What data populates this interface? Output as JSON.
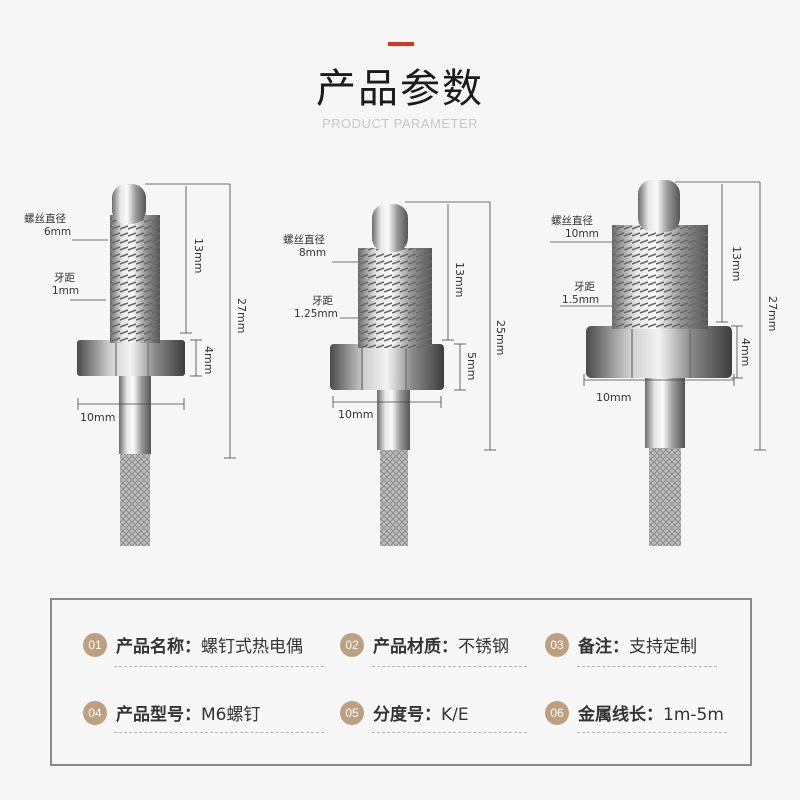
{
  "header": {
    "title": "产品参数",
    "subtitle": "PRODUCT PARAMETER"
  },
  "products": [
    {
      "thread_label": "螺丝直径",
      "thread_value": "6mm",
      "pitch_label": "牙距",
      "pitch_value": "1mm",
      "dim_thread": "13mm",
      "dim_total": "27mm",
      "dim_nut": "4mm",
      "dim_width": "10mm"
    },
    {
      "thread_label": "螺丝直径",
      "thread_value": "8mm",
      "pitch_label": "牙距",
      "pitch_value": "1.25mm",
      "dim_thread": "13mm",
      "dim_total": "25mm",
      "dim_nut": "5mm",
      "dim_width": "10mm"
    },
    {
      "thread_label": "螺丝直径",
      "thread_value": "10mm",
      "pitch_label": "牙距",
      "pitch_value": "1.5mm",
      "dim_thread": "13mm",
      "dim_total": "27mm",
      "dim_nut": "4mm",
      "dim_width": "10mm"
    }
  ],
  "specs": [
    {
      "num": "01",
      "label": "产品名称：",
      "value": "螺钉式热电偶"
    },
    {
      "num": "02",
      "label": "产品材质：",
      "value": "不锈钢"
    },
    {
      "num": "03",
      "label": "备注：",
      "value": "支持定制"
    },
    {
      "num": "04",
      "label": "产品型号：",
      "value": "M6螺钉"
    },
    {
      "num": "05",
      "label": "分度号：",
      "value": "K/E"
    },
    {
      "num": "06",
      "label": "金属线长：",
      "value": "1m-5m"
    }
  ],
  "colors": {
    "accent": "#e0301e",
    "badge": "#bd9f82",
    "border": "#8a8a8a"
  }
}
